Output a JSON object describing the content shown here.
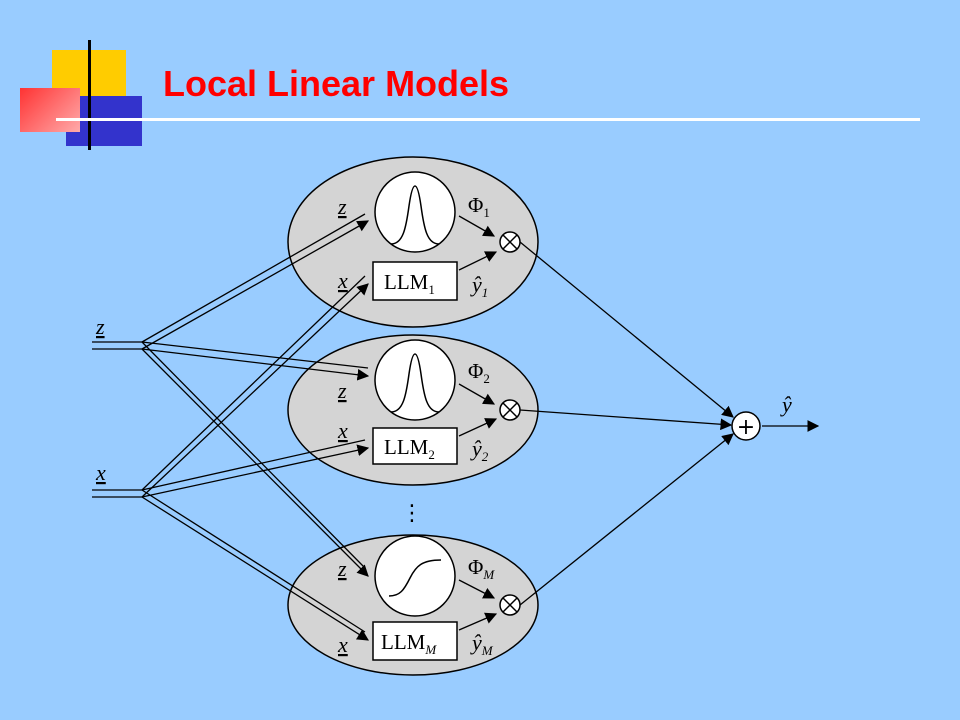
{
  "slide": {
    "title": "Local Linear Models"
  },
  "diagram": {
    "inputs": {
      "z": "z",
      "x": "x"
    },
    "units": [
      {
        "z_label": "z",
        "x_label": "x",
        "phi": "Φ",
        "phi_sub": "1",
        "llm": "LLM",
        "llm_sub": "1",
        "yhat": "ŷ",
        "yhat_sub": "1",
        "activation": "gaussian"
      },
      {
        "z_label": "z",
        "x_label": "x",
        "phi": "Φ",
        "phi_sub": "2",
        "llm": "LLM",
        "llm_sub": "2",
        "yhat": "ŷ",
        "yhat_sub": "2",
        "activation": "gaussian"
      },
      {
        "z_label": "z",
        "x_label": "x",
        "phi": "Φ",
        "phi_sub": "M",
        "llm": "LLM",
        "llm_sub": "M",
        "yhat": "ŷ",
        "yhat_sub": "M",
        "activation": "sigmoid"
      }
    ],
    "ellipsis": "⋮",
    "sum_symbol": "+",
    "multiply_symbol": "⊗",
    "output": "ŷ"
  }
}
